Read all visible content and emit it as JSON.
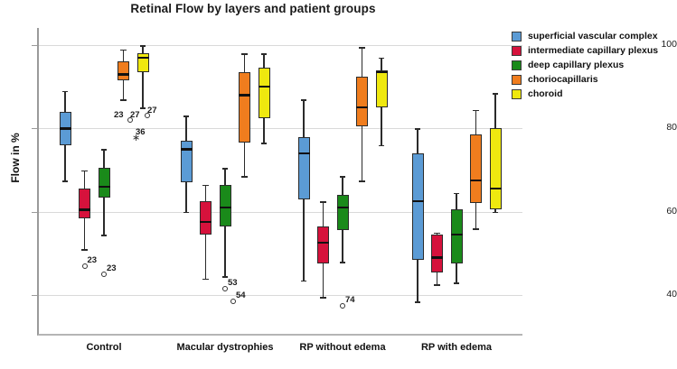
{
  "chart_data": {
    "type": "box",
    "title": "Retinal Flow by layers and patient groups",
    "xlabel": "",
    "ylabel": "Flow in %",
    "ylim": [
      33,
      104
    ],
    "yticks": [
      40,
      60,
      80,
      100
    ],
    "ytick_labels": [
      "40",
      "60",
      "80",
      "100"
    ],
    "grid": true,
    "legend_position": "right",
    "categories": [
      "Control",
      "Macular dystrophies",
      "RP without edema",
      "RP with edema"
    ],
    "series": [
      {
        "name": "superficial vascular complex",
        "color": "#5b9bd5",
        "boxes": [
          {
            "group": "Control",
            "whisker_low": 67.5,
            "q1": 76.0,
            "median": 80.0,
            "q3": 84.0,
            "whisker_high": 89.0,
            "outliers": []
          },
          {
            "group": "Macular dystrophies",
            "whisker_low": 60.0,
            "q1": 67.0,
            "median": 75.0,
            "q3": 77.0,
            "whisker_high": 83.0,
            "outliers": []
          },
          {
            "group": "RP without edema",
            "whisker_low": 43.5,
            "q1": 63.0,
            "median": 74.0,
            "q3": 78.0,
            "whisker_high": 87.0,
            "outliers": []
          },
          {
            "group": "RP with edema",
            "whisker_low": 38.5,
            "q1": 48.5,
            "median": 62.5,
            "q3": 74.0,
            "whisker_high": 80.0,
            "outliers": []
          }
        ]
      },
      {
        "name": "intermediate capillary plexus",
        "color": "#d6123c",
        "boxes": [
          {
            "group": "Control",
            "whisker_low": 51.0,
            "q1": 58.5,
            "median": 60.5,
            "q3": 65.5,
            "whisker_high": 70.0,
            "outliers": [
              {
                "value": 47.0,
                "label": "23",
                "type": "mild"
              }
            ]
          },
          {
            "group": "Macular dystrophies",
            "whisker_low": 44.0,
            "q1": 54.5,
            "median": 57.5,
            "q3": 62.5,
            "whisker_high": 66.5,
            "outliers": []
          },
          {
            "group": "RP without edema",
            "whisker_low": 39.5,
            "q1": 47.5,
            "median": 52.5,
            "q3": 56.5,
            "whisker_high": 62.5,
            "outliers": []
          },
          {
            "group": "RP with edema",
            "whisker_low": 42.5,
            "q1": 45.5,
            "median": 49.0,
            "q3": 54.5,
            "whisker_high": 55.0,
            "outliers": []
          }
        ]
      },
      {
        "name": "deep capillary plexus",
        "color": "#1a8a1a",
        "boxes": [
          {
            "group": "Control",
            "whisker_low": 54.5,
            "q1": 63.5,
            "median": 66.0,
            "q3": 70.5,
            "whisker_high": 75.0,
            "outliers": [
              {
                "value": 45.0,
                "label": "23",
                "type": "mild"
              }
            ]
          },
          {
            "group": "Macular dystrophies",
            "whisker_low": 44.5,
            "q1": 56.5,
            "median": 61.0,
            "q3": 66.5,
            "whisker_high": 70.5,
            "outliers": [
              {
                "value": 41.5,
                "label": "53",
                "type": "mild"
              },
              {
                "value": 38.5,
                "label": "54",
                "type": "mild"
              }
            ]
          },
          {
            "group": "RP without edema",
            "whisker_low": 48.0,
            "q1": 55.5,
            "median": 61.0,
            "q3": 64.0,
            "whisker_high": 68.5,
            "outliers": [
              {
                "value": 37.5,
                "label": "74",
                "type": "mild"
              }
            ]
          },
          {
            "group": "RP with edema",
            "whisker_low": 43.0,
            "q1": 47.5,
            "median": 54.5,
            "q3": 60.5,
            "whisker_high": 64.5,
            "outliers": []
          }
        ]
      },
      {
        "name": "choriocapillaris",
        "color": "#f07d1e",
        "boxes": [
          {
            "group": "Control",
            "whisker_low": 87.0,
            "q1": 91.5,
            "median": 93.0,
            "q3": 96.0,
            "whisker_high": 99.0,
            "outliers": []
          },
          {
            "group": "Macular dystrophies",
            "whisker_low": 68.5,
            "q1": 76.5,
            "median": 88.0,
            "q3": 93.5,
            "whisker_high": 98.0,
            "outliers": []
          },
          {
            "group": "RP without edema",
            "whisker_low": 67.5,
            "q1": 80.5,
            "median": 85.0,
            "q3": 92.5,
            "whisker_high": 99.5,
            "outliers": []
          },
          {
            "group": "RP with edema",
            "whisker_low": 56.0,
            "q1": 62.0,
            "median": 67.5,
            "q3": 78.5,
            "whisker_high": 84.5,
            "outliers": []
          }
        ]
      },
      {
        "name": "choroid",
        "color": "#efe80f",
        "boxes": [
          {
            "group": "Control",
            "whisker_low": 85.0,
            "q1": 93.5,
            "median": 97.0,
            "q3": 98.0,
            "whisker_high": 100.0,
            "outliers": []
          },
          {
            "group": "Macular dystrophies",
            "whisker_low": 76.5,
            "q1": 82.5,
            "median": 90.0,
            "q3": 94.5,
            "whisker_high": 98.0,
            "outliers": []
          },
          {
            "group": "RP without edema",
            "whisker_low": 76.0,
            "q1": 85.0,
            "median": 93.5,
            "q3": 94.0,
            "whisker_high": 97.0,
            "outliers": []
          },
          {
            "group": "RP with edema",
            "whisker_low": 60.0,
            "q1": 60.5,
            "median": 65.5,
            "q3": 80.0,
            "whisker_high": 88.5,
            "outliers": []
          }
        ]
      }
    ],
    "floating_annotations": [
      {
        "label": "23",
        "x_group": "Control",
        "value": 82.0,
        "type": "circle-label-only"
      },
      {
        "label": "27",
        "x_group": "Control",
        "value": 82.0,
        "type": "circle"
      },
      {
        "label": "27",
        "x_group": "Control",
        "value": 83.0,
        "type": "circle"
      },
      {
        "label": "36",
        "x_group": "Control",
        "value": 78.0,
        "type": "star"
      }
    ]
  },
  "legend": {
    "items": [
      {
        "label": "superficial vascular complex",
        "color": "#5b9bd5"
      },
      {
        "label": "intermediate capillary plexus",
        "color": "#d6123c"
      },
      {
        "label": "deep capillary plexus",
        "color": "#1a8a1a"
      },
      {
        "label": "choriocapillaris",
        "color": "#f07d1e"
      },
      {
        "label": "choroid",
        "color": "#efe80f"
      }
    ]
  }
}
